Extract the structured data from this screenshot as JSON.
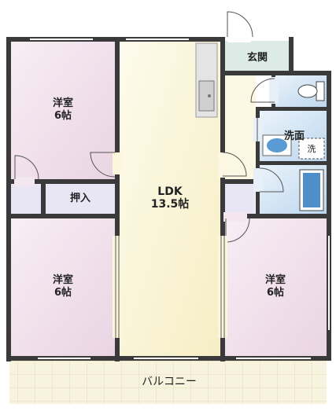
{
  "rooms": {
    "room_top_left": {
      "name": "洋室",
      "size": "6帖"
    },
    "room_bottom_left": {
      "name": "洋室",
      "size": "6帖"
    },
    "room_right": {
      "name": "洋室",
      "size": "6帖"
    },
    "ldk": {
      "name": "LDK",
      "size": "13.5帖"
    },
    "closet": {
      "name": "押入"
    },
    "entrance": {
      "name": "玄関"
    },
    "washroom": {
      "name": "洗面"
    },
    "washer": {
      "name": "洗"
    },
    "balcony": {
      "name": "バルコニー"
    }
  },
  "colors": {
    "wall": "#3a3a3a",
    "room_pink": "#f3e6ef",
    "ldk_yellow": "#fbf6dc",
    "entrance_green": "#dcebe6",
    "wet_blue": "#d7e8f6",
    "closet_lavender": "#e6e4f3",
    "balcony_tile": "#f5f1dc"
  }
}
